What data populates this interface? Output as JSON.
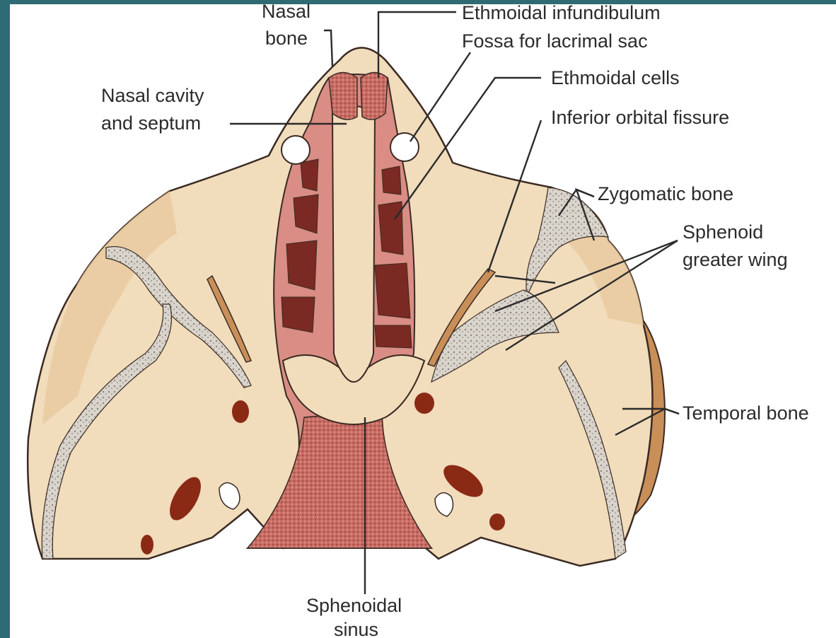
{
  "labels": {
    "nasal_bone_1": "Nasal",
    "nasal_bone_2": "bone",
    "ethmoidal_infundibulum": "Ethmoidal infundibulum",
    "fossa_lacrimal_sac": "Fossa for lacrimal sac",
    "ethmoidal_cells": "Ethmoidal cells",
    "nasal_cavity_1": "Nasal cavity",
    "nasal_cavity_2": "and septum",
    "inferior_orbital_fissure": "Inferior orbital fissure",
    "zygomatic_bone": "Zygomatic bone",
    "sphenoid_1": "Sphenoid",
    "sphenoid_2": "greater wing",
    "temporal_bone": "Temporal bone",
    "sphenoidal_sinus_1": "Sphenoidal",
    "sphenoidal_sinus_2": "sinus"
  },
  "colors": {
    "frame": "#2e6b74",
    "bone": "#f1dcbc",
    "bone_shade": "#d8b489",
    "temporal": "#c98f58",
    "mucosa": "#d98d84",
    "mucosa_dark": "#b9625d",
    "cavity_dark": "#7a2a22",
    "foramen": "#8a2a14",
    "suture": "#c9c3bb",
    "outline": "#3a2a22"
  }
}
